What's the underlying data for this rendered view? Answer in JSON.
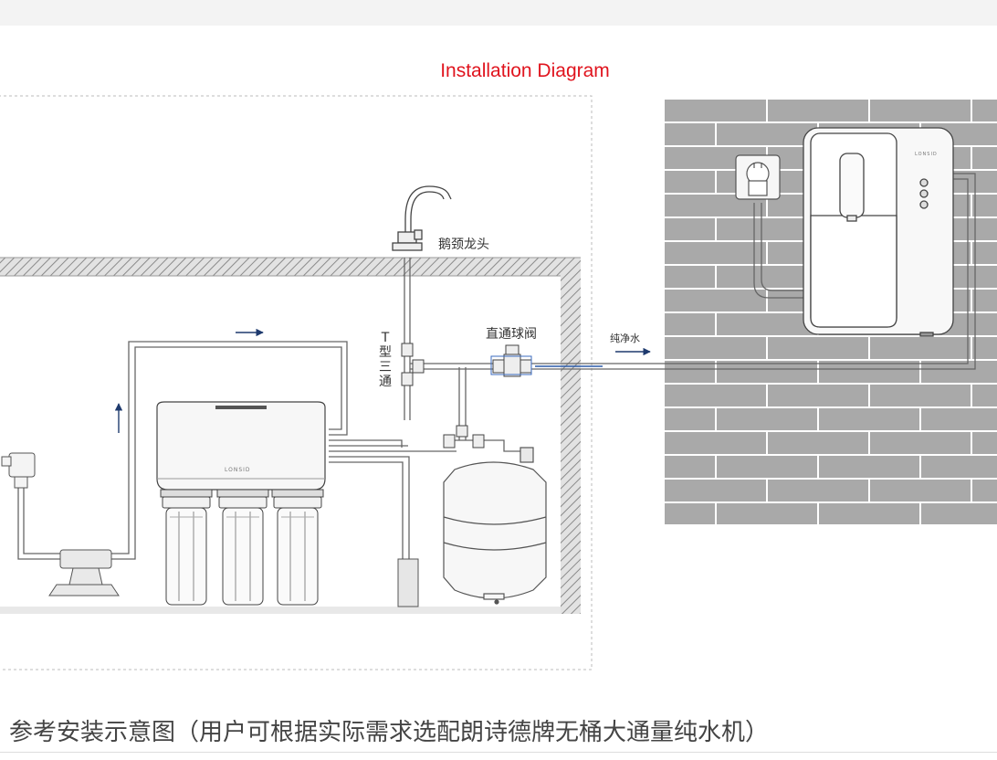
{
  "title": "Installation Diagram",
  "labels": {
    "gooseneck_faucet": "鹅颈龙头",
    "tee_connector": "T型三通",
    "ball_valve": "直通球阀",
    "pure_water": "纯净水",
    "brand_panel": "LONSID",
    "brand_dispenser": "LONSID"
  },
  "caption": "参考安装示意图（用户可根据实际需求选配朗诗德牌无桶大通量纯水机）",
  "colors": {
    "title": "#e0141e",
    "flow_arrow": "#1e3a6e",
    "brick_wall": "#a9a9a9",
    "pipe": "#666666"
  },
  "icons": [
    "arrow-right-icon",
    "arrow-up-icon",
    "power-outlet-icon",
    "gooseneck-faucet-icon"
  ]
}
